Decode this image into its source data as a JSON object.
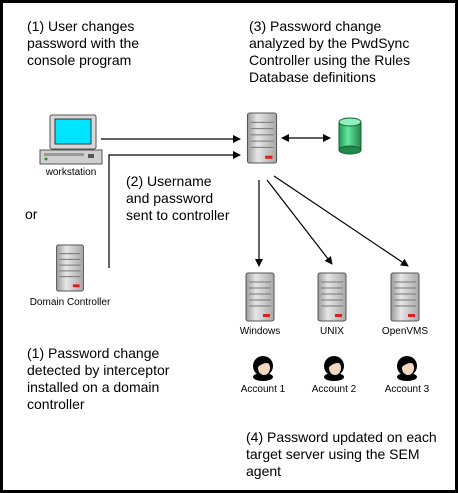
{
  "captions": {
    "step1_user": "(1) User changes\npassword with the\nconsole program",
    "step3": "(3) Password change\nanalyzed by the PwdSync\nController using the Rules\nDatabase definitions",
    "step2": "(2) Username\nand password\nsent to controller",
    "or": "or",
    "step1_dc": "(1) Password change\ndetected by interceptor\ninstalled on a domain\ncontroller",
    "step4": "(4) Password updated on each\ntarget server using the SEM\nagent"
  },
  "labels": {
    "workstation": "workstation",
    "domain_controller": "Domain Controller",
    "windows": "Windows",
    "unix": "UNIX",
    "openvms": "OpenVMS",
    "account1": "Account 1",
    "account2": "Account 2",
    "account3": "Account 3"
  },
  "colors": {
    "server_body": "#c8c8c8",
    "server_led": "#e02020",
    "database": "#33cc77",
    "monitor_screen": "#00e5ff",
    "arrow": "#000000"
  }
}
